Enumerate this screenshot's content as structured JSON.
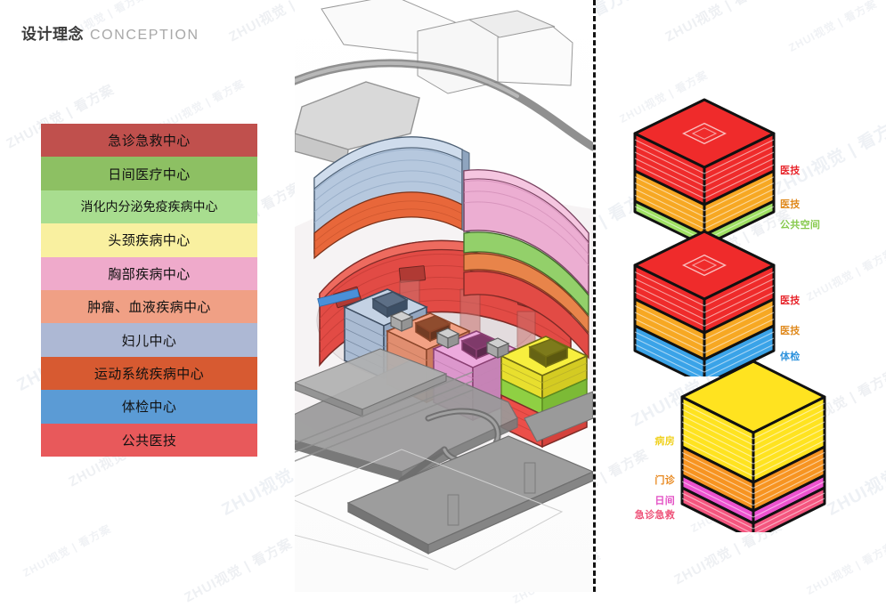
{
  "header": {
    "title_cn": "设计理念",
    "title_en": "CONCEPTION"
  },
  "legend": {
    "name": "功能分区图例",
    "items": [
      {
        "label": "急诊急救中心",
        "color": "#c0504d"
      },
      {
        "label": "日间医疗中心",
        "color": "#8dc063"
      },
      {
        "label": "消化内分泌免疫疾病中心",
        "color": "#a8dd8f"
      },
      {
        "label": "头颈疾病中心",
        "color": "#f9f0a0"
      },
      {
        "label": "胸部疾病中心",
        "color": "#efaacb"
      },
      {
        "label": "肿瘤、血液疾病中心",
        "color": "#f0a085"
      },
      {
        "label": "妇儿中心",
        "color": "#adb8d4"
      },
      {
        "label": "运动系统疾病中心",
        "color": "#d75a31"
      },
      {
        "label": "体检中心",
        "color": "#5b9bd5"
      },
      {
        "label": "公共医技",
        "color": "#e8595b"
      }
    ]
  },
  "model": {
    "name": "轴测体块模型",
    "caption": ""
  },
  "diagrams": {
    "name": "功能垂直分层分析",
    "cubes": [
      {
        "id": "cube-medical-a",
        "layers": [
          {
            "label": "医技",
            "color": "#ef2b2b",
            "text_color": "#e8262c"
          },
          {
            "label": "医技",
            "color": "#f7a823",
            "text_color": "#e08a1e"
          },
          {
            "label": "公共空间",
            "color": "#9fe063",
            "text_color": "#86c94c"
          }
        ]
      },
      {
        "id": "cube-medical-b",
        "layers": [
          {
            "label": "医技",
            "color": "#ef2b2b",
            "text_color": "#e8262c"
          },
          {
            "label": "医技",
            "color": "#f7a823",
            "text_color": "#e08a1e"
          },
          {
            "label": "体检",
            "color": "#3aa3e8",
            "text_color": "#2f93dd"
          }
        ]
      },
      {
        "id": "cube-clinical",
        "layers": [
          {
            "label": "病房",
            "color": "#ffe320",
            "text_color": "#f0d223"
          },
          {
            "label": "门诊",
            "color": "#f79421",
            "text_color": "#e8871c"
          },
          {
            "label": "日间",
            "color": "#ed52cf",
            "text_color": "#e34fc4"
          },
          {
            "label": "急诊急救",
            "color": "#f4567f",
            "text_color": "#ee5077"
          }
        ]
      }
    ]
  },
  "watermarks": {
    "brand": "ZHUI视觉",
    "sub": "看方案"
  }
}
